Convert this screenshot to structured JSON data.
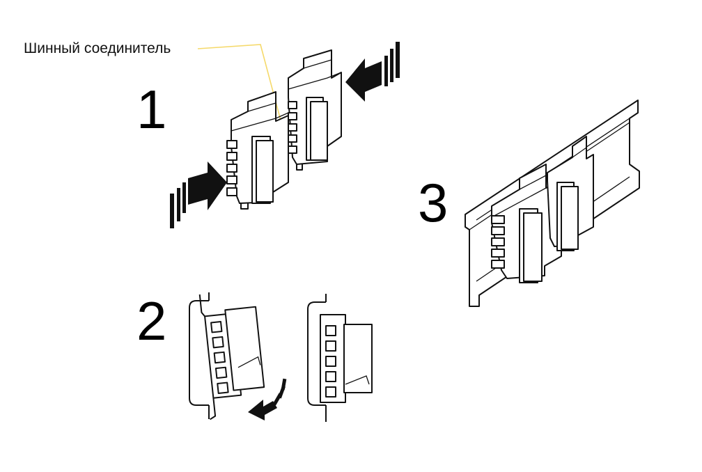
{
  "callout": {
    "label": "Шинный соединитель",
    "leader_color": "#f5d96a"
  },
  "steps": {
    "one": "1",
    "two": "2",
    "three": "3"
  },
  "icons": [
    "push-arrow-icon",
    "rotate-arrow-icon"
  ]
}
